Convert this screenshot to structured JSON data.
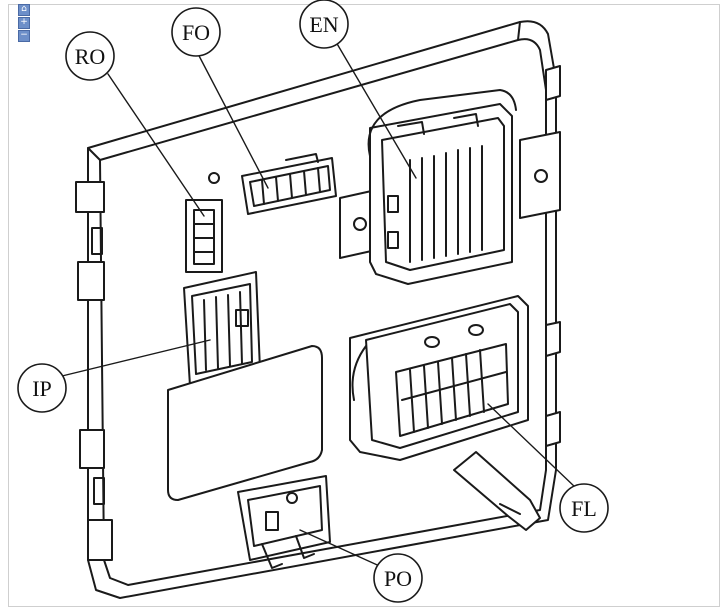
{
  "controls": {
    "home_icon": "home-icon",
    "zoom_in_label": "+",
    "zoom_out_label": "−"
  },
  "callouts": [
    {
      "key": "ro",
      "label": "RO"
    },
    {
      "key": "fo",
      "label": "FO"
    },
    {
      "key": "en",
      "label": "EN"
    },
    {
      "key": "ip",
      "label": "IP"
    },
    {
      "key": "fl",
      "label": "FL"
    },
    {
      "key": "po",
      "label": "PO"
    }
  ],
  "colors": {
    "line": "#1a1a1a",
    "fill": "#ffffff"
  }
}
